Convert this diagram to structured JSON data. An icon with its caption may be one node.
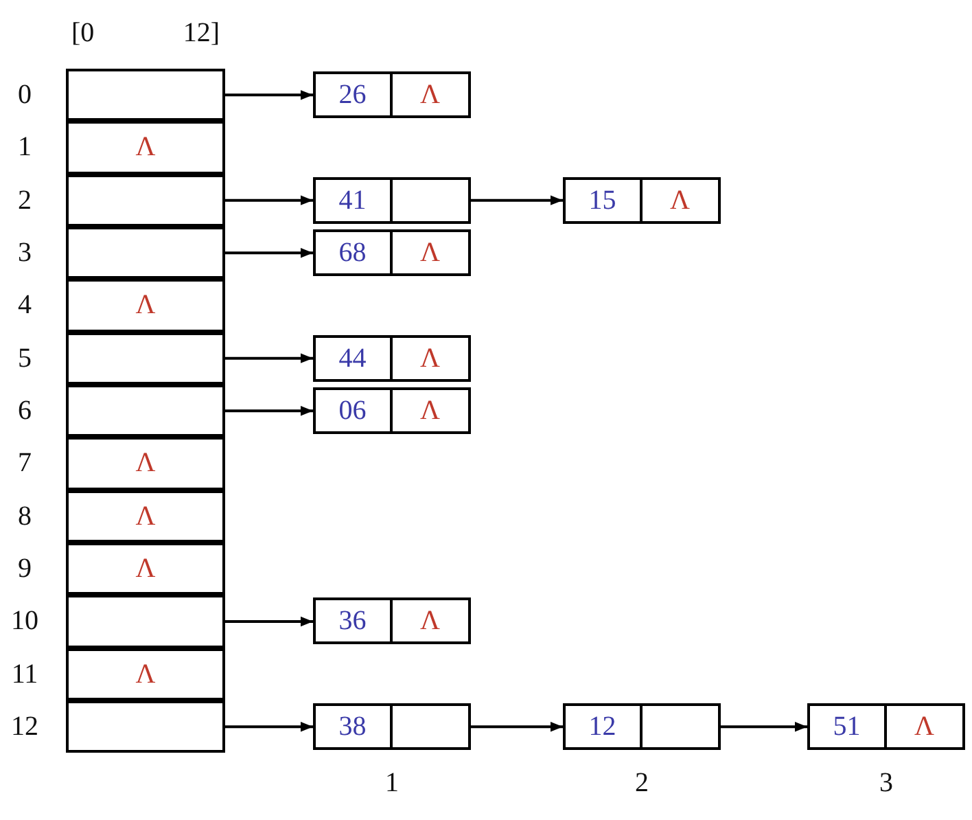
{
  "diagram": {
    "nodes": [
      {
        "text": [],
        "shape": "box",
        "beside": [
          "0"
        ]
      },
      {
        "text": [
          "Λ"
        ],
        "beside": [
          "1"
        ]
      },
      {
        "text": [],
        "shape": "box",
        "beside": [
          "2"
        ]
      },
      {
        "text": [],
        "shape": "box",
        "beside": [
          "3"
        ]
      },
      {
        "text": [
          "Λ"
        ],
        "beside": [
          "4"
        ]
      },
      {
        "text": [],
        "shape": "box",
        "beside": [
          "5"
        ]
      },
      {
        "text": [],
        "shape": "box",
        "beside": [
          "6"
        ]
      },
      {
        "text": [
          "Λ"
        ],
        "beside": [
          "7"
        ]
      },
      {
        "text": [
          "Λ"
        ],
        "beside": [
          "8"
        ]
      },
      {
        "text": [
          "Λ"
        ],
        "beside": [
          "9"
        ]
      },
      {
        "text": [],
        "shape": "box",
        "beside": [
          "10"
        ]
      },
      {
        "text": [
          "Λ"
        ],
        "beside": [
          "11"
        ]
      },
      {
        "text": [],
        "shape": "box",
        "beside": [
          "12"
        ]
      },
      {
        "text": [
          "26",
          "Λ"
        ]
      },
      {
        "text": [
          "41"
        ]
      },
      {
        "text": [
          "15",
          "Λ"
        ]
      },
      {
        "text": [
          "68",
          "Λ"
        ]
      },
      {
        "text": [
          "44",
          "Λ"
        ]
      },
      {
        "text": [
          "06",
          "Λ"
        ]
      },
      {
        "text": [
          "36",
          "Λ"
        ]
      },
      {
        "text": [
          "38"
        ],
        "beside": [
          "1"
        ]
      },
      {
        "text": [
          "12"
        ],
        "beside": [
          "2"
        ]
      },
      {
        "text": [
          "51",
          "Λ"
        ],
        "beside": [
          "3"
        ]
      }
    ],
    "edges": [
      {
        "from": 0,
        "to": 13,
        "arrow": "to"
      },
      {
        "from": 2,
        "to": 14,
        "arrow": "to"
      },
      {
        "from": 14,
        "to": 15,
        "arrow": "to"
      },
      {
        "from": 3,
        "to": 16,
        "arrow": "to"
      },
      {
        "from": 5,
        "to": 17,
        "arrow": "to"
      },
      {
        "from": 6,
        "to": 18,
        "arrow": "to"
      },
      {
        "from": 10,
        "to": 19,
        "arrow": "to"
      },
      {
        "from": 12,
        "to": 20,
        "arrow": "to"
      },
      {
        "from": 20,
        "to": 21,
        "arrow": "to"
      },
      {
        "from": 21,
        "to": 22,
        "arrow": "to"
      }
    ],
    "labels": [
      "[0",
      "12]"
    ]
  }
}
